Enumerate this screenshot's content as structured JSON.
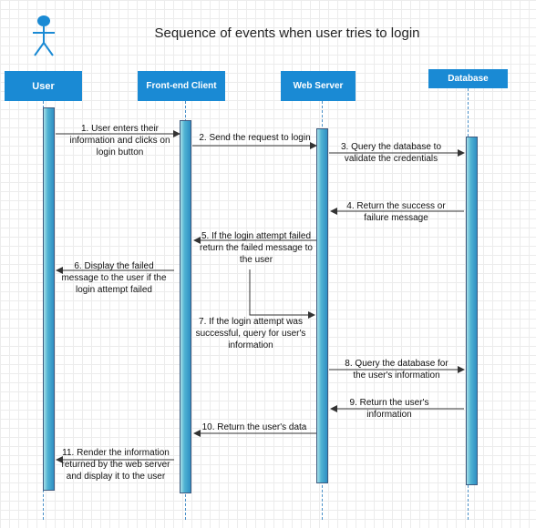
{
  "title": "Sequence of events when user tries to login",
  "colors": {
    "participant_fill": "#1a8ad4",
    "actor": "#1a8ad4",
    "activation_fill": "#4fb2d2",
    "lifeline": "#4a90c8",
    "arrow": "#333333"
  },
  "participants": {
    "user": "User",
    "frontend": "Front-end Client",
    "webserver": "Web Server",
    "database": "Database"
  },
  "messages": {
    "m1": "1. User enters their information and clicks on login button",
    "m2": "2. Send the request to login",
    "m3": "3. Query the database to validate the credentials",
    "m4": "4. Return the success or failure message",
    "m5": "5. If the login attempt failed return the failed message to the user",
    "m6": "6. Display the failed message to the user if the login attempt failed",
    "m7": "7. If the login attempt was successful, query for user's information",
    "m8": "8. Query the database for the user's information",
    "m9": "9. Return the user's information",
    "m10": "10. Return the user's data",
    "m11": "11. Render the information returned by the web server and display it to the user"
  }
}
